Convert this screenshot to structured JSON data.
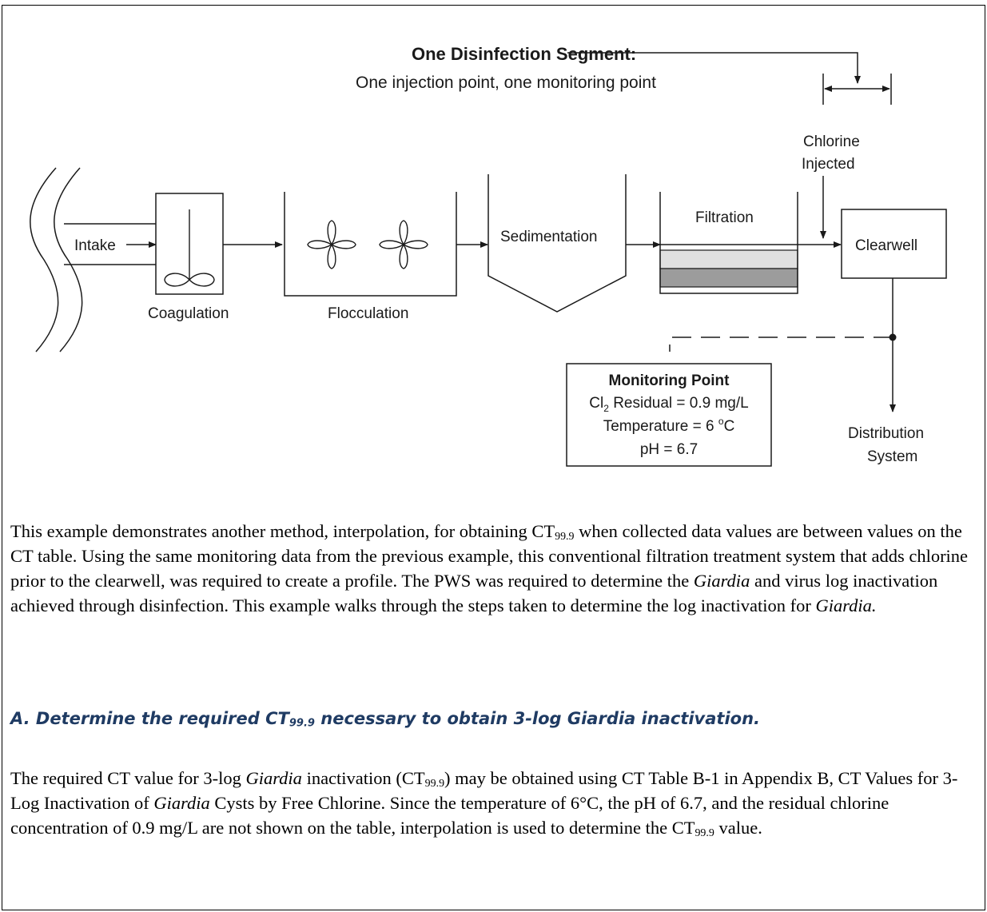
{
  "diagram": {
    "segment_title": "One Disinfection Segment:",
    "segment_subtitle": "One injection point, one monitoring point",
    "chlorine_line1": "Chlorine",
    "chlorine_line2": "Injected",
    "intake": "Intake",
    "coagulation": "Coagulation",
    "flocculation": "Flocculation",
    "sedimentation": "Sedimentation",
    "filtration": "Filtration",
    "clearwell": "Clearwell",
    "distribution_line1": "Distribution",
    "distribution_line2": "System",
    "monitoring": {
      "title": "Monitoring Point",
      "residual_cl": "Cl",
      "residual_sub": "2",
      "residual_rest": " Residual = 0.9 mg/L",
      "temperature_pre": "Temperature = 6 ",
      "temperature_deg": "o",
      "temperature_unit": "C",
      "ph": "pH = 6.7"
    }
  },
  "paragraph1": {
    "p1": "This example demonstrates another method, interpolation, for obtaining CT",
    "sub1": "99.9",
    "p2": " when collected data values are between values on the CT table. Using the same monitoring data from the previous example, this conventional filtration treatment system that adds chlorine prior to the clearwell, was required to create a profile. The PWS was required to determine the ",
    "em1": "Giardia",
    "p3": " and virus log inactivation achieved through disinfection. This example walks through the steps taken to determine the log inactivation for ",
    "em2": "Giardia."
  },
  "heading": {
    "h1": "A. Determine the required CT",
    "hsub": "99.9",
    "h2": " necessary to obtain 3-log Giardia inactivation."
  },
  "paragraph2": {
    "p1": "The required CT value for 3-log ",
    "em1": "Giardia",
    "p2": " inactivation (CT",
    "sub1": "99.9",
    "p3": ") may be obtained using CT Table B-1 in Appendix B, CT Values for 3-Log Inactivation of ",
    "em2": "Giardia",
    "p4": " Cysts by Free Chlorine. Since the temperature of 6°C, the pH of 6.7, and the residual chlorine concentration of 0.9 mg/L are not shown on the table, interpolation is used to determine the CT",
    "sub2": "99.9",
    "p5": " value."
  }
}
